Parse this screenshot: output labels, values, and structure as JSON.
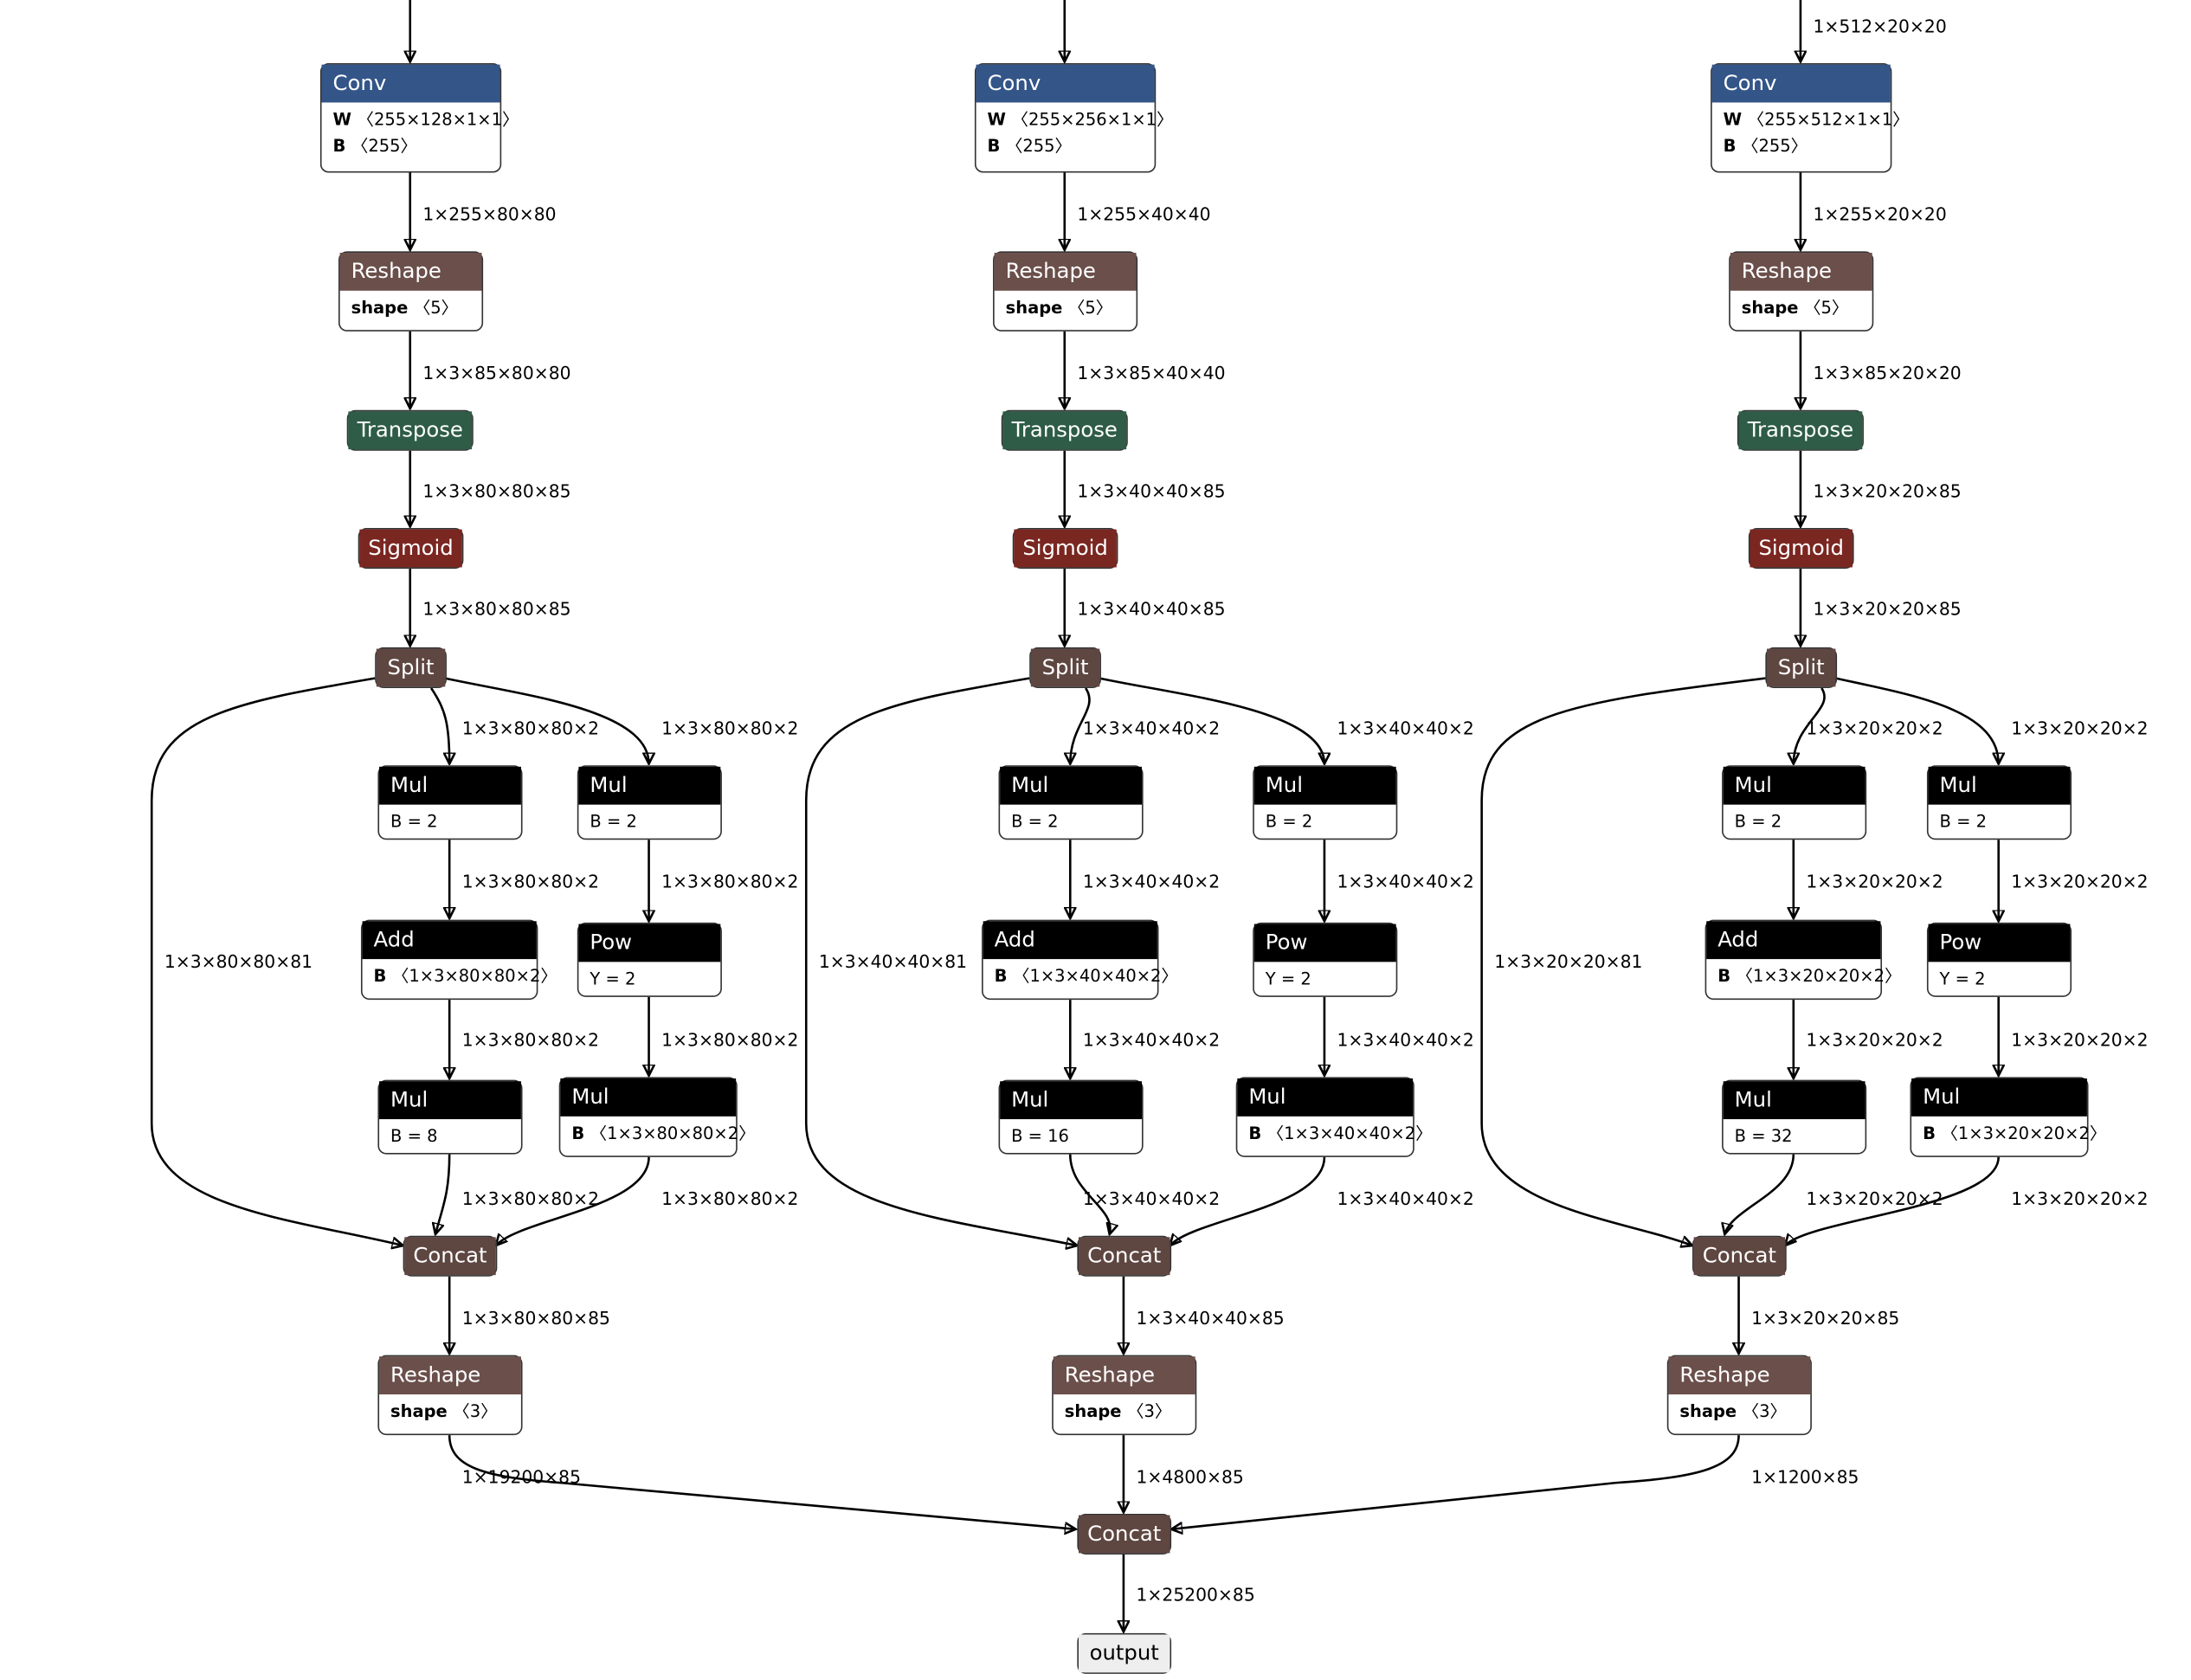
{
  "branches": [
    {
      "id": "b80",
      "input_shape": "",
      "conv": {
        "op": "Conv",
        "w": "〈255×128×1×1〉",
        "b": "〈255〉"
      },
      "conv_out": "1×255×80×80",
      "reshape1": {
        "op": "Reshape",
        "shape": "〈5〉"
      },
      "reshape1_out": "1×3×85×80×80",
      "transpose": "Transpose",
      "transpose_out": "1×3×80×80×85",
      "sigmoid": "Sigmoid",
      "sigmoid_out": "1×3×80×80×85",
      "split": "Split",
      "split_out_a": "1×3×80×80×2",
      "split_out_b": "1×3×80×80×2",
      "split_out_c": "1×3×80×80×81",
      "mul1": {
        "op": "Mul",
        "b": "B = 2"
      },
      "mul1_out": "1×3×80×80×2",
      "add": {
        "op": "Add",
        "b": "〈1×3×80×80×2〉"
      },
      "add_out": "1×3×80×80×2",
      "mul2": {
        "op": "Mul",
        "b": "B = 8"
      },
      "mul2_out": "1×3×80×80×2",
      "mul3": {
        "op": "Mul",
        "b": "B = 2"
      },
      "mul3_out": "1×3×80×80×2",
      "pow": {
        "op": "Pow",
        "y": "Y = 2"
      },
      "pow_out": "1×3×80×80×2",
      "mul4": {
        "op": "Mul",
        "b": "〈1×3×80×80×2〉"
      },
      "mul4_out": "1×3×80×80×2",
      "concat": "Concat",
      "concat_out": "1×3×80×80×85",
      "reshape2": {
        "op": "Reshape",
        "shape": "〈3〉"
      },
      "reshape2_out": "1×19200×85"
    },
    {
      "id": "b40",
      "input_shape": "",
      "conv": {
        "op": "Conv",
        "w": "〈255×256×1×1〉",
        "b": "〈255〉"
      },
      "conv_out": "1×255×40×40",
      "reshape1": {
        "op": "Reshape",
        "shape": "〈5〉"
      },
      "reshape1_out": "1×3×85×40×40",
      "transpose": "Transpose",
      "transpose_out": "1×3×40×40×85",
      "sigmoid": "Sigmoid",
      "sigmoid_out": "1×3×40×40×85",
      "split": "Split",
      "split_out_a": "1×3×40×40×2",
      "split_out_b": "1×3×40×40×2",
      "split_out_c": "1×3×40×40×81",
      "mul1": {
        "op": "Mul",
        "b": "B = 2"
      },
      "mul1_out": "1×3×40×40×2",
      "add": {
        "op": "Add",
        "b": "〈1×3×40×40×2〉"
      },
      "add_out": "1×3×40×40×2",
      "mul2": {
        "op": "Mul",
        "b": "B = 16"
      },
      "mul2_out": "1×3×40×40×2",
      "mul3": {
        "op": "Mul",
        "b": "B = 2"
      },
      "mul3_out": "1×3×40×40×2",
      "pow": {
        "op": "Pow",
        "y": "Y = 2"
      },
      "pow_out": "1×3×40×40×2",
      "mul4": {
        "op": "Mul",
        "b": "〈1×3×40×40×2〉"
      },
      "mul4_out": "1×3×40×40×2",
      "concat": "Concat",
      "concat_out": "1×3×40×40×85",
      "reshape2": {
        "op": "Reshape",
        "shape": "〈3〉"
      },
      "reshape2_out": "1×4800×85"
    },
    {
      "id": "b20",
      "input_shape": "1×512×20×20",
      "conv": {
        "op": "Conv",
        "w": "〈255×512×1×1〉",
        "b": "〈255〉"
      },
      "conv_out": "1×255×20×20",
      "reshape1": {
        "op": "Reshape",
        "shape": "〈5〉"
      },
      "reshape1_out": "1×3×85×20×20",
      "transpose": "Transpose",
      "transpose_out": "1×3×20×20×85",
      "sigmoid": "Sigmoid",
      "sigmoid_out": "1×3×20×20×85",
      "split": "Split",
      "split_out_a": "1×3×20×20×2",
      "split_out_b": "1×3×20×20×2",
      "split_out_c": "1×3×20×20×81",
      "mul1": {
        "op": "Mul",
        "b": "B = 2"
      },
      "mul1_out": "1×3×20×20×2",
      "add": {
        "op": "Add",
        "b": "〈1×3×20×20×2〉"
      },
      "add_out": "1×3×20×20×2",
      "mul2": {
        "op": "Mul",
        "b": "B = 32"
      },
      "mul2_out": "1×3×20×20×2",
      "mul3": {
        "op": "Mul",
        "b": "B = 2"
      },
      "mul3_out": "1×3×20×20×2",
      "pow": {
        "op": "Pow",
        "y": "Y = 2"
      },
      "pow_out": "1×3×20×20×2",
      "mul4": {
        "op": "Mul",
        "b": "〈1×3×20×20×2〉"
      },
      "mul4_out": "1×3×20×20×2",
      "concat": "Concat",
      "concat_out": "1×3×20×20×85",
      "reshape2": {
        "op": "Reshape",
        "shape": "〈3〉"
      },
      "reshape2_out": "1×1200×85"
    }
  ],
  "attr_labels": {
    "w": "W",
    "b": "B",
    "shape": "shape"
  },
  "final_concat": "Concat",
  "final_concat_out": "1×25200×85",
  "output": "output",
  "colors": {
    "conv": "#335588",
    "reshape": "#6b4f4b",
    "transpose": "#2e5c46",
    "sigmoid": "#7a2621",
    "split_concat": "#5e4641",
    "elementwise": "#000000",
    "output": "#eeeeee"
  }
}
